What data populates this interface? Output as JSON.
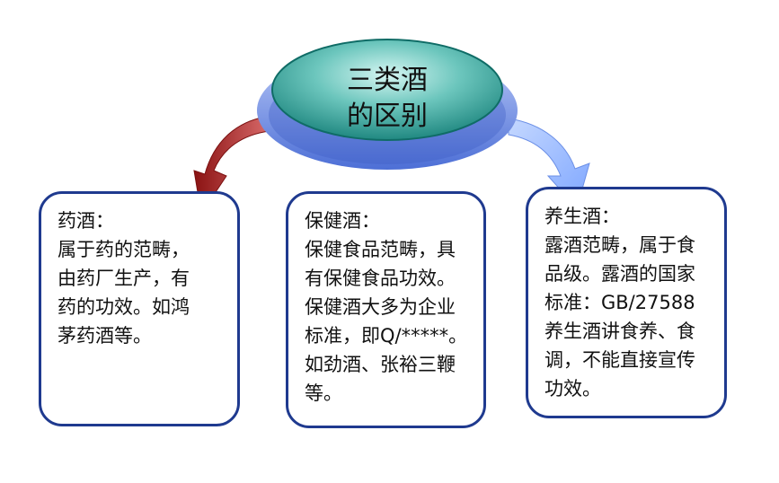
{
  "title": {
    "line1": "三类酒",
    "line2": "的区别"
  },
  "colors": {
    "ellipse_fill": "#1e8f88",
    "ellipse_highlight": "#c8f0ec",
    "ring": "#7b98ea",
    "box_border": "#1f3a8f",
    "arrow_left": "#9b1f1f",
    "arrow_right": "#8fb4ff"
  },
  "boxes": [
    {
      "heading": "药酒：",
      "lines": [
        "属于药的范畴，",
        "由药厂生产，有",
        "药的功效。如鸿",
        "茅药酒等。"
      ]
    },
    {
      "heading": "保健酒：",
      "lines": [
        "保健食品范畴，具",
        "有保健食品功效。",
        "保健酒大多为企业",
        "标准，即Q/*****。",
        "如劲酒、张裕三鞭",
        "等。"
      ]
    },
    {
      "heading": "养生酒：",
      "lines": [
        "露酒范畴，属于食",
        "品级。露酒的国家",
        "标准：GB/27588",
        "养生酒讲食养、食",
        "调，不能直接宣传",
        "功效。"
      ]
    }
  ]
}
